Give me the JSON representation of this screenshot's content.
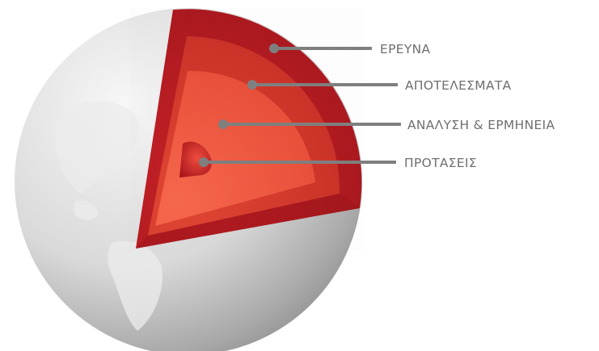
{
  "layers": [
    {
      "label": "ΕΡΕΥΝΑ",
      "color": "#b4151c"
    },
    {
      "label": "ΑΠΟΤΕΛΕΣΜΑΤΑ",
      "color": "#d63427"
    },
    {
      "label": "ΑΝΑΛΥΣΗ & ΕΡΜΗΝΕΙΑ",
      "color": "#f0553c"
    },
    {
      "label": "ΠΡΟΤΑΣΕΙΣ",
      "color": "#c0121b"
    }
  ],
  "colors": {
    "globe": "#dcdcdc",
    "connector": "#7f7f7f",
    "label_text": "#6f6f6f"
  }
}
